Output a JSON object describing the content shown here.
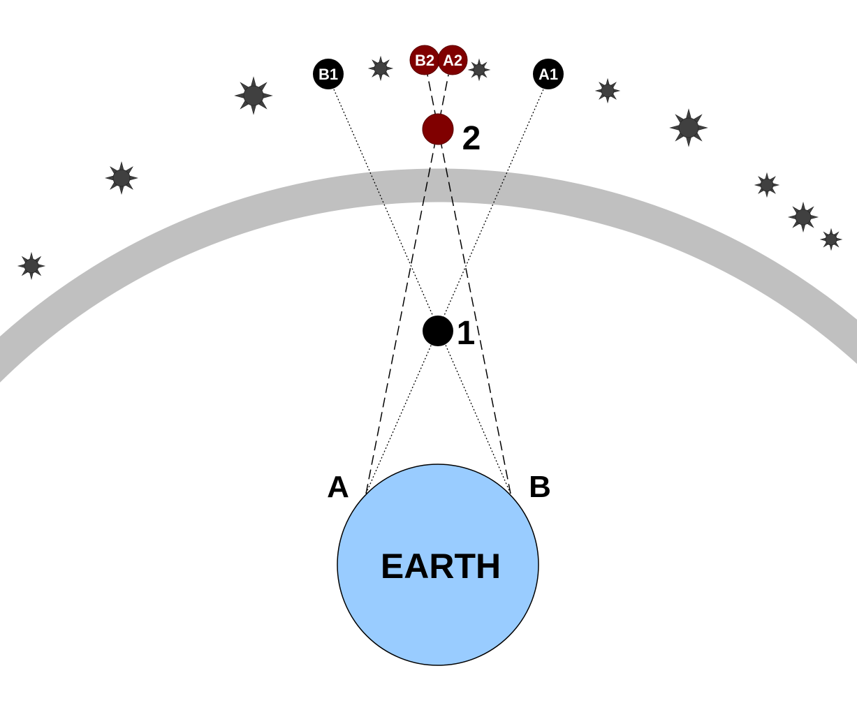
{
  "diagram": {
    "earth_label": "EARTH",
    "observer_a_label": "A",
    "observer_b_label": "B",
    "object_near_label": "1",
    "object_far_label": "2",
    "projections": {
      "a1": "A1",
      "b1": "B1",
      "a2": "A2",
      "b2": "B2"
    }
  },
  "colors": {
    "earth_fill": "#99ccff",
    "sky_band": "#c0c0c0",
    "near_object": "#000000",
    "far_object": "#800000",
    "star": "#404040"
  }
}
